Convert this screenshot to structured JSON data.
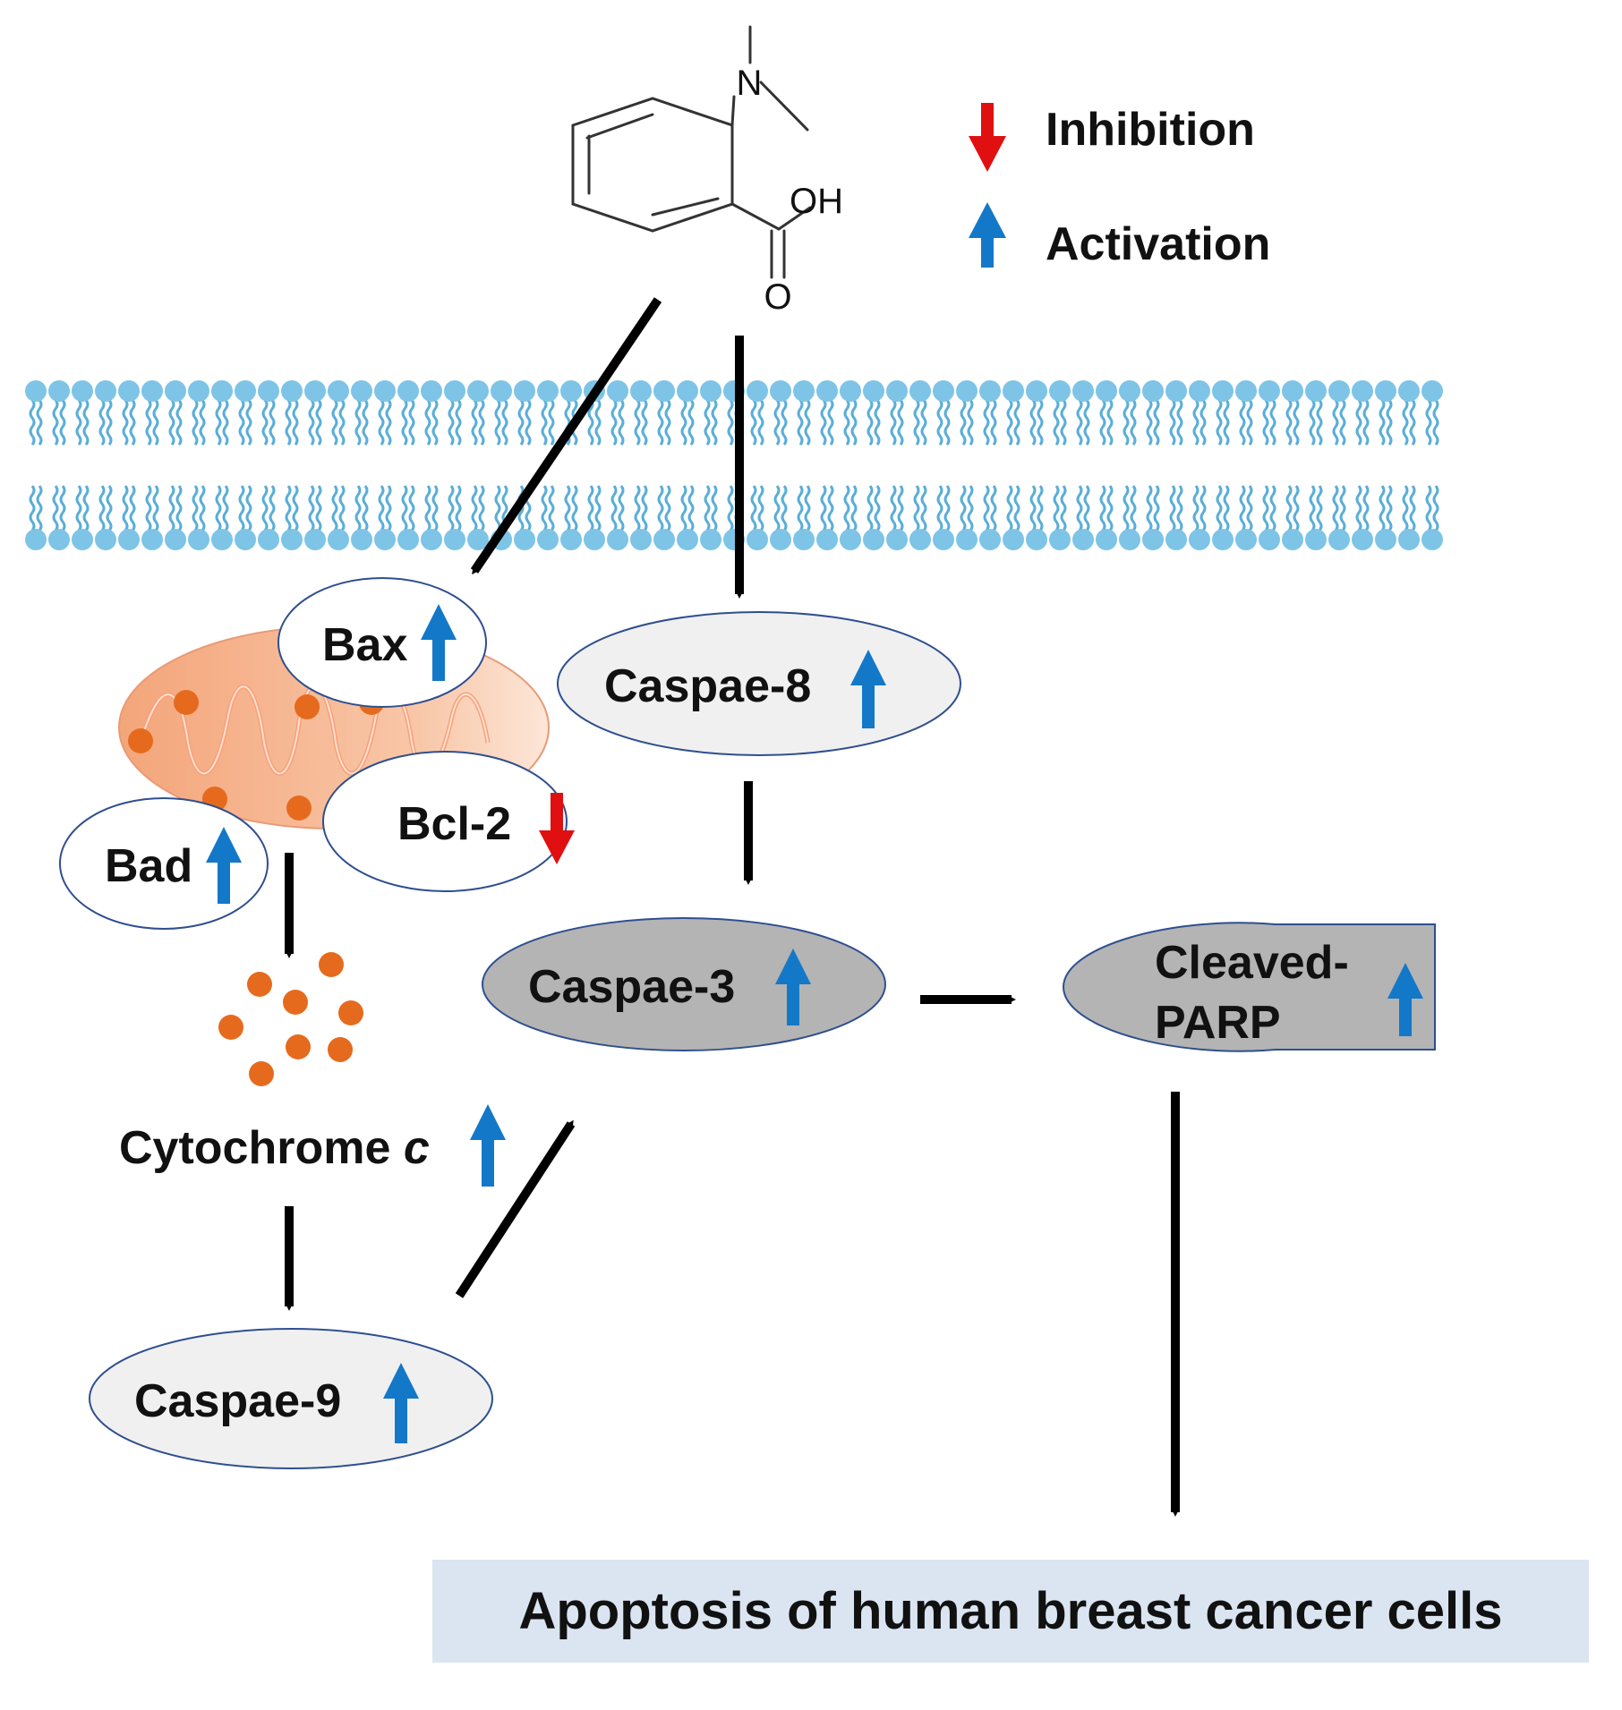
{
  "colors": {
    "activation": "#1478c8",
    "inhibition": "#e01010",
    "membrane": "#7ec4e6",
    "membrane_dark": "#5aaed8",
    "mito_fill": "#f6b894",
    "mito_dot": "#e66a1e",
    "node_light": "#f0f0f0",
    "node_dark": "#b4b4b4",
    "node_border": "#2f4f8f",
    "result_box": "#dbe5f1",
    "arrow": "#000000"
  },
  "compound": {
    "n_label": "N",
    "oh_label": "OH",
    "o_label": "O"
  },
  "legend": {
    "inhibition": {
      "label": "Inhibition",
      "icon": "down-arrow-icon"
    },
    "activation": {
      "label": "Activation",
      "icon": "up-arrow-icon"
    }
  },
  "nodes": {
    "bax": {
      "label": "Bax",
      "effect": "activation"
    },
    "bad": {
      "label": "Bad",
      "effect": "activation"
    },
    "bcl2": {
      "label": "Bcl-2",
      "effect": "inhibition"
    },
    "caspase8": {
      "label": "Caspae-8",
      "effect": "activation"
    },
    "caspase3": {
      "label": "Caspae-3",
      "effect": "activation"
    },
    "caspase9": {
      "label": "Caspae-9",
      "effect": "activation"
    },
    "cytochrome": {
      "label": "Cytochrome",
      "italic": "c",
      "effect": "activation"
    },
    "cleaved_parp": {
      "line1": "Cleaved-",
      "line2": "PARP",
      "effect": "activation"
    }
  },
  "outcome": {
    "label": "Apoptosis of human breast cancer cells"
  }
}
